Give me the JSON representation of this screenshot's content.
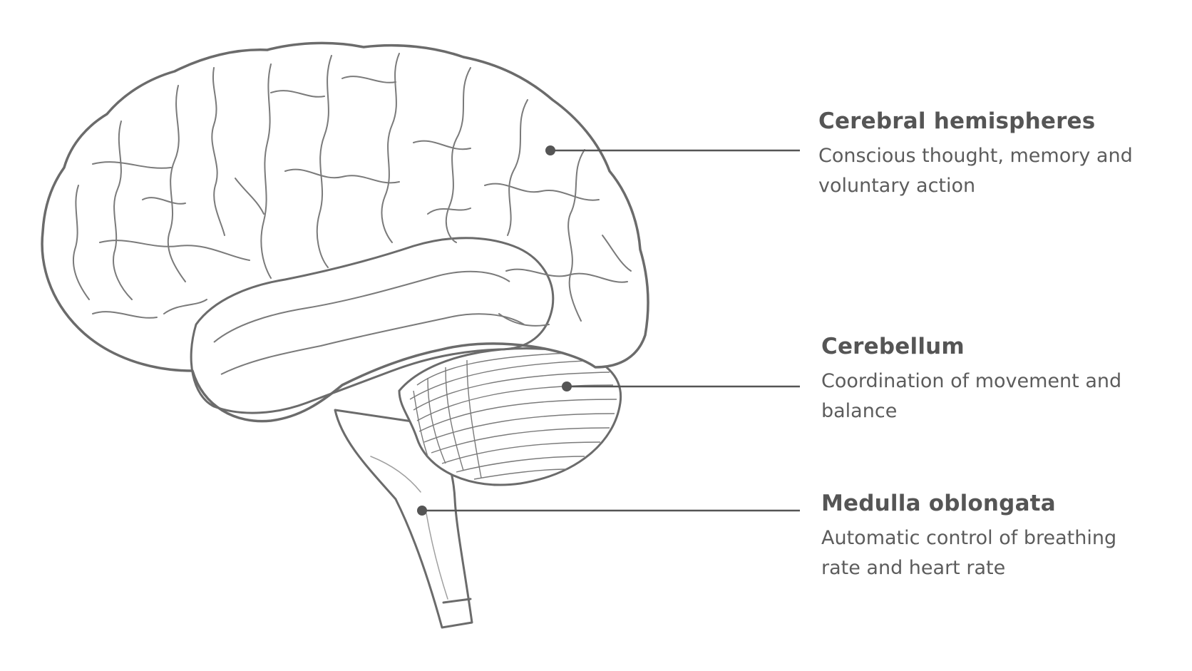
{
  "labels": {
    "cerebral_hemispheres": {
      "title": "Cerebral hemispheres",
      "description_line1": "Conscious thought, memory and",
      "description_line2": "voluntary action"
    },
    "cerebellum": {
      "title": "Cerebellum",
      "description_line1": "Coordination of movement and",
      "description_line2": "balance"
    },
    "medulla_oblongata": {
      "title": "Medulla oblongata",
      "description_line1": "Automatic control of breathing",
      "description_line2": "rate and heart rate"
    }
  },
  "colors": {
    "outline": "#6b6b6b",
    "leader_line": "#555555",
    "text": "#5a5a5a",
    "background": "#ffffff"
  }
}
